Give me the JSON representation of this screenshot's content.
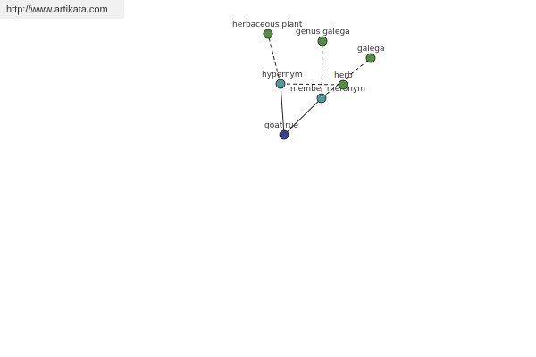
{
  "header": {
    "url": "http://www.artikata.com"
  },
  "diagram": {
    "node_colors": {
      "root": "#3b3f8f",
      "relation": "#4f9a9a",
      "term": "#4f8f3f"
    },
    "nodes": {
      "goat_rue": {
        "label": "goat rue",
        "kind": "root"
      },
      "hypernym": {
        "label": "hypernym",
        "kind": "relation"
      },
      "member_meronym": {
        "label": "member meronym",
        "kind": "relation"
      },
      "herbaceous_plant": {
        "label": "herbaceous plant",
        "kind": "term"
      },
      "genus_galega": {
        "label": "genus galega",
        "kind": "term"
      },
      "herb": {
        "label": "herb",
        "kind": "term"
      },
      "galega": {
        "label": "galega",
        "kind": "term"
      }
    },
    "edges": [
      {
        "from": "goat_rue",
        "to": "hypernym",
        "style": "solid"
      },
      {
        "from": "goat_rue",
        "to": "member_meronym",
        "style": "solid"
      },
      {
        "from": "hypernym",
        "to": "herbaceous_plant",
        "style": "dashed"
      },
      {
        "from": "hypernym",
        "to": "herb",
        "style": "dashed"
      },
      {
        "from": "member_meronym",
        "to": "genus_galega",
        "style": "dashed"
      },
      {
        "from": "member_meronym",
        "to": "galega",
        "style": "dashed"
      }
    ]
  }
}
